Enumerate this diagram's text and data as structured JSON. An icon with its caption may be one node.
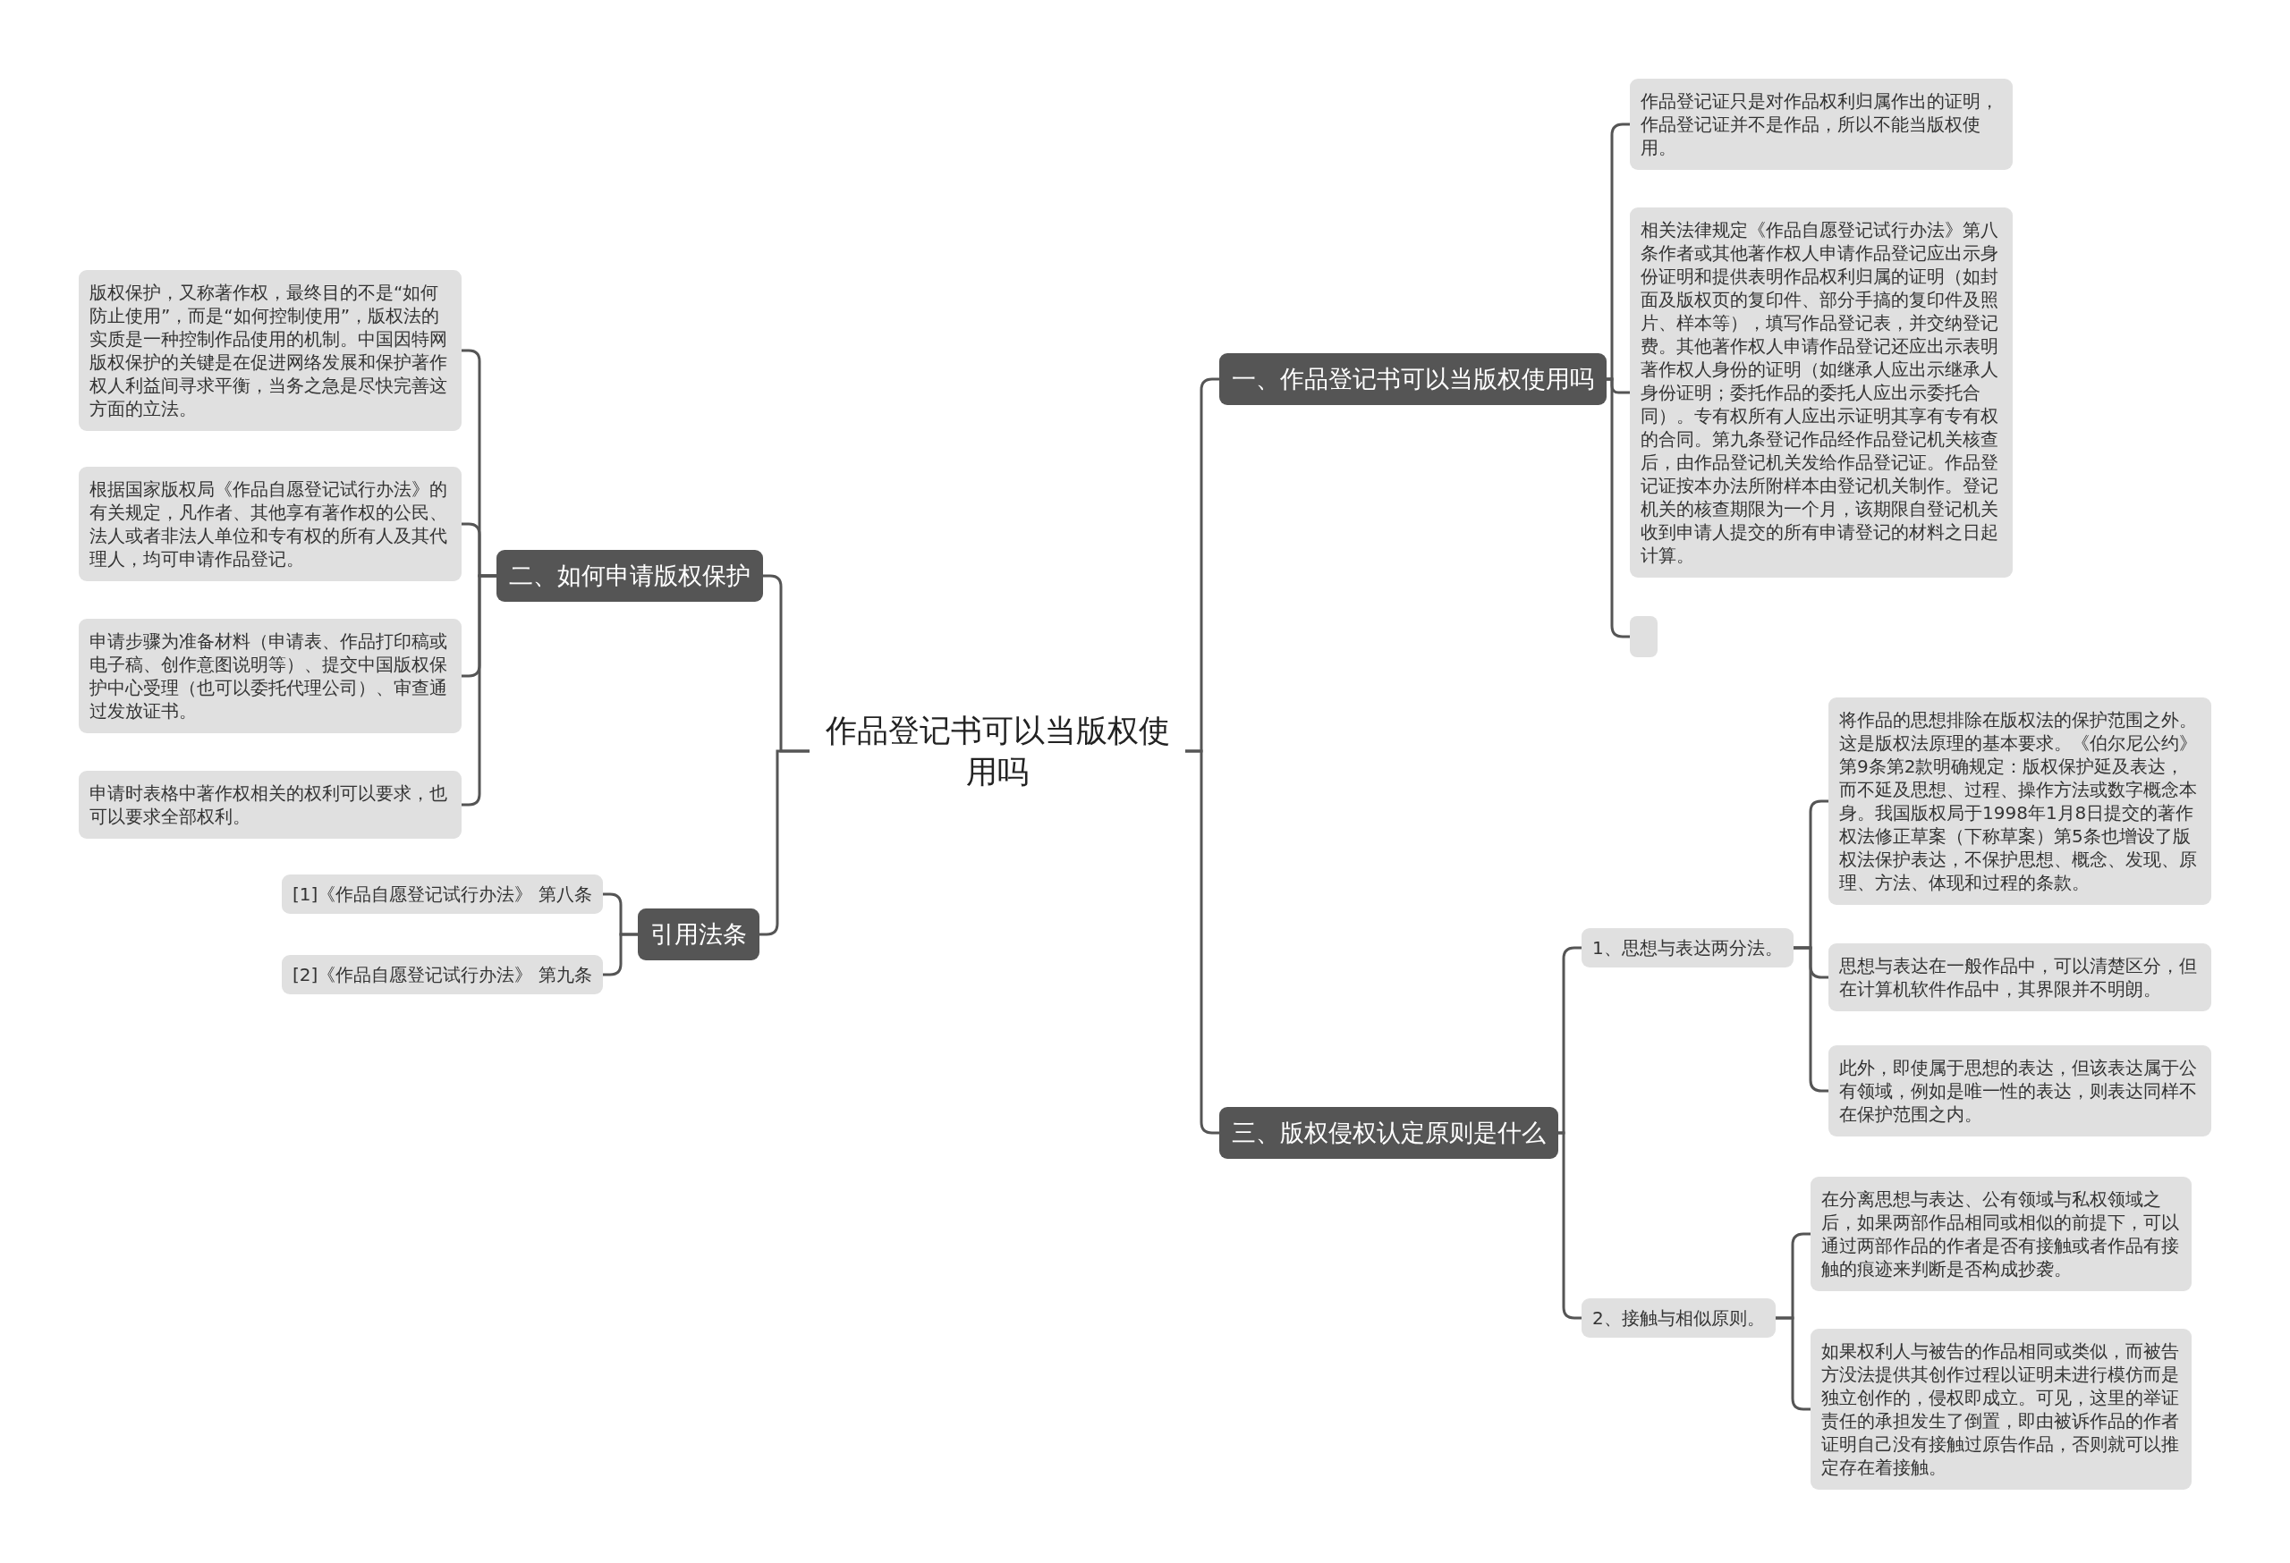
{
  "diagram": {
    "nodes": [
      {
        "text": [
          "作品登记书可以当版权使用吗"
        ]
      },
      {
        "text": [
          "一、作品登记书可以当版权使用吗"
        ]
      },
      {
        "text": [
          "作品登记证只是对作品权利归属作出的证明，作品登记证并不是作品，所以不能当版权使用。"
        ]
      },
      {
        "text": [
          "相关法律规定《作品自愿登记试行办法》第八条作者或其他著作权人申请作品登记应出示身份证明和提供表明作品权利归属的证明（如封面及版权页的复印件、部分手搞的复印件及照片、样本等），填写作品登记表，并交纳登记费。其他著作权人申请作品登记还应出示表明著作权人身份的证明（如继承人应出示继承人身份证明；委托作品的委托人应出示委托合同）。专有权所有人应出示证明其享有专有权的合同。第九条登记作品经作品登记机关核查后，由作品登记机关发给作品登记证。作品登记证按本办法所附样本由登记机关制作。登记机关的核查期限为一个月，该期限自登记机关收到申请人提交的所有申请登记的材料之日起计算。"
        ]
      },
      {
        "text": [],
        "shape": "box"
      },
      {
        "text": [
          "三、版权侵权认定原则是什么"
        ]
      },
      {
        "text": [
          "1、思想与表达两分法。"
        ]
      },
      {
        "text": [
          "将作品的思想排除在版权法的保护范围之外。这是版权法原理的基本要求。《伯尔尼公约》第9条第2款明确规定：版权保护延及表达，而不延及思想、过程、操作方法或数字概念本身。我国版权局于1998年1月8日提交的著作权法修正草案（下称草案）第5条也增设了版权法保护表达，不保护思想、概念、发现、原理、方法、体现和过程的条款。"
        ]
      },
      {
        "text": [
          "思想与表达在一般作品中，可以清楚区分，但在计算机软件作品中，其界限并不明朗。"
        ]
      },
      {
        "text": [
          "此外，即使属于思想的表达，但该表达属于公有领域，例如是唯一性的表达，则表达同样不在保护范围之内。"
        ]
      },
      {
        "text": [
          "2、接触与相似原则。"
        ]
      },
      {
        "text": [
          "在分离思想与表达、公有领域与私权领域之后，如果两部作品相同或相似的前提下，可以通过两部作品的作者是否有接触或者作品有接触的痕迹来判断是否构成抄袭。"
        ]
      },
      {
        "text": [
          "如果权利人与被告的作品相同或类似，而被告方没法提供其创作过程以证明未进行模仿而是独立创作的，侵权即成立。可见，这里的举证责任的承担发生了倒置，即由被诉作品的作者证明自己没有接触过原告作品，否则就可以推定存在着接触。"
        ]
      },
      {
        "text": [
          "二、如何申请版权保护"
        ]
      },
      {
        "text": [
          "版权保护，又称著作权，最终目的不是“如何防止使用”，而是“如何控制使用”，版权法的实质是一种控制作品使用的机制。中国因特网版权保护的关键是在促进网络发展和保护著作权人利益间寻求平衡，当务之急是尽快完善这方面的立法。"
        ]
      },
      {
        "text": [
          "根据国家版权局《作品自愿登记试行办法》的有关规定，凡作者、其他享有著作权的公民、法人或者非法人单位和专有权的所有人及其代理人，均可申请作品登记。"
        ]
      },
      {
        "text": [
          "申请步骤为准备材料（申请表、作品打印稿或电子稿、创作意图说明等）、提交中国版权保护中心受理（也可以委托代理公司）、审查通过发放证书。"
        ]
      },
      {
        "text": [
          "申请时表格中著作权相关的权利可以要求，也可以要求全部权利。"
        ]
      },
      {
        "text": [
          "引用法条"
        ]
      },
      {
        "text": [
          "[1]《作品自愿登记试行办法》 第八条"
        ]
      },
      {
        "text": [
          "[2]《作品自愿登记试行办法》 第九条"
        ]
      }
    ],
    "edges": [
      {
        "from": 0,
        "to": 1,
        "arrow": "none"
      },
      {
        "from": 1,
        "to": 2,
        "arrow": "none"
      },
      {
        "from": 1,
        "to": 3,
        "arrow": "none"
      },
      {
        "from": 1,
        "to": 4,
        "arrow": "none"
      },
      {
        "from": 0,
        "to": 5,
        "arrow": "none"
      },
      {
        "from": 5,
        "to": 6,
        "arrow": "none"
      },
      {
        "from": 6,
        "to": 7,
        "arrow": "none"
      },
      {
        "from": 6,
        "to": 8,
        "arrow": "none"
      },
      {
        "from": 6,
        "to": 9,
        "arrow": "none"
      },
      {
        "from": 5,
        "to": 10,
        "arrow": "none"
      },
      {
        "from": 10,
        "to": 11,
        "arrow": "none"
      },
      {
        "from": 10,
        "to": 12,
        "arrow": "none"
      },
      {
        "from": 0,
        "to": 13,
        "arrow": "none"
      },
      {
        "from": 13,
        "to": 14,
        "arrow": "none"
      },
      {
        "from": 13,
        "to": 15,
        "arrow": "none"
      },
      {
        "from": 13,
        "to": 16,
        "arrow": "none"
      },
      {
        "from": 13,
        "to": 17,
        "arrow": "none"
      },
      {
        "from": 0,
        "to": 18,
        "arrow": "none"
      },
      {
        "from": 18,
        "to": 19,
        "arrow": "none"
      },
      {
        "from": 18,
        "to": 20,
        "arrow": "none"
      }
    ]
  }
}
